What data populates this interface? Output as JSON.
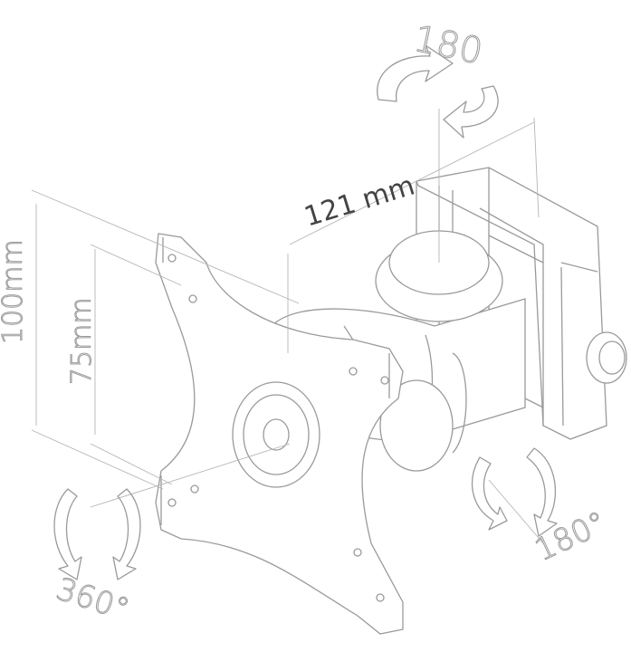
{
  "labels": {
    "top_rotation": "180",
    "width_dimension": "121 mm",
    "outer_height": "100mm",
    "inner_height": "75mm",
    "plate_rotation": "360°",
    "tilt_rotation": "180°"
  }
}
